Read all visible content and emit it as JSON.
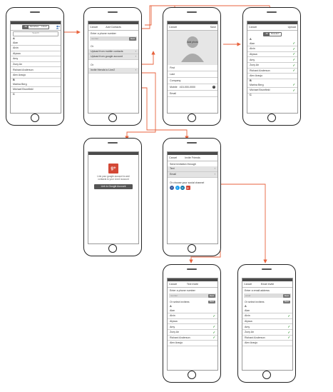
{
  "colors": {
    "connector": "#e8623c",
    "check": "#3a9a3a",
    "status_bar": "#4a4a4a"
  },
  "screen1": {
    "tabs": [
      "All",
      "Favorites",
      "Line2"
    ],
    "search_label": "Search",
    "section_a": "A",
    "contacts_a": [
      "Alan",
      "Alvin",
      "Alyssa",
      "Amy",
      "Zuny An",
      "Richard Anderson",
      "Alex Araujo"
    ],
    "section_b": "B",
    "contacts_b": [
      "Marina Berg",
      "Michael Brumfield"
    ],
    "section_c": "C"
  },
  "screen2": {
    "cancel": "Cancel",
    "title": "Add Contacts",
    "enter_phone": "Enter a phone number",
    "phone_placeholder": "number",
    "next": "Next",
    "or1": "Or",
    "upload_mobile": "Upload from mobile contacts",
    "upload_google": "Upload from google account",
    "or2": "Or",
    "invite_friends": "Invite friends to Line2"
  },
  "screen3": {
    "cancel": "Cancel",
    "save": "Save",
    "photo_label": "Add photo",
    "first": "First",
    "last": "Last",
    "company": "Company",
    "mobile_label": "Mobile",
    "mobile_value": "415-000-0000",
    "email": "Email"
  },
  "screen4": {
    "cancel": "Cancel",
    "upload": "Upload",
    "tabs": [
      "All",
      "Deselect"
    ],
    "section_a": "A",
    "contacts_a": [
      {
        "name": "Alan",
        "checked": true
      },
      {
        "name": "Alvin",
        "checked": true
      },
      {
        "name": "Alyssa",
        "checked": true
      },
      {
        "name": "Amy",
        "checked": true
      },
      {
        "name": "Zuny An",
        "checked": true
      },
      {
        "name": "Richard Anderson",
        "checked": true
      },
      {
        "name": "Alex Araujo",
        "checked": false
      }
    ],
    "section_b": "B",
    "contacts_b": [
      {
        "name": "Marina Berg",
        "checked": true
      },
      {
        "name": "Michael Brumfield",
        "checked": true
      }
    ],
    "section_c": "C"
  },
  "screen5": {
    "logo": "g+",
    "message": "Link your google account to add contacts to your Line2 account",
    "link_button": "Link to Google Account"
  },
  "screen6": {
    "cancel": "Cancel",
    "title": "Invite Friends",
    "send_through": "Send invitation through",
    "text": "Text",
    "email": "Email",
    "social_label": "Or choose your social channel",
    "social": [
      {
        "name": "facebook",
        "glyph": "f",
        "color": "#3b5998"
      },
      {
        "name": "twitter",
        "glyph": "t",
        "color": "#1da1f2"
      },
      {
        "name": "linkedin",
        "glyph": "in",
        "color": "#0e76a8"
      },
      {
        "name": "google-plus",
        "glyph": "g+",
        "color": "#d34836"
      }
    ]
  },
  "screen7": {
    "cancel": "Cancel",
    "title": "Text Invite",
    "enter_phone": "Enter a phone number",
    "placeholder": "number",
    "next": "Next",
    "select_invitees": "Or select invitees",
    "next2": "Next",
    "section_a": "A",
    "contacts": [
      {
        "name": "Alan",
        "checked": false
      },
      {
        "name": "Alvin",
        "checked": true
      },
      {
        "name": "Alyssa",
        "checked": false
      },
      {
        "name": "Amy",
        "checked": true
      },
      {
        "name": "Zuny An",
        "checked": true
      },
      {
        "name": "Richard Anderson",
        "checked": true
      },
      {
        "name": "Alex Araujo",
        "checked": false
      }
    ]
  },
  "screen8": {
    "cancel": "Cancel",
    "title": "Email Invite",
    "enter_email": "Enter a email address",
    "placeholder": "email",
    "next": "Next",
    "select_invitees": "Or select invitees",
    "next2": "Next",
    "section_a": "A",
    "contacts": [
      {
        "name": "Alan",
        "checked": false
      },
      {
        "name": "Alvin",
        "checked": true
      },
      {
        "name": "Alyssa",
        "checked": false
      },
      {
        "name": "Amy",
        "checked": true
      },
      {
        "name": "Zuny An",
        "checked": true
      },
      {
        "name": "Richard Anderson",
        "checked": true
      },
      {
        "name": "Alex Araujo",
        "checked": false
      }
    ]
  }
}
